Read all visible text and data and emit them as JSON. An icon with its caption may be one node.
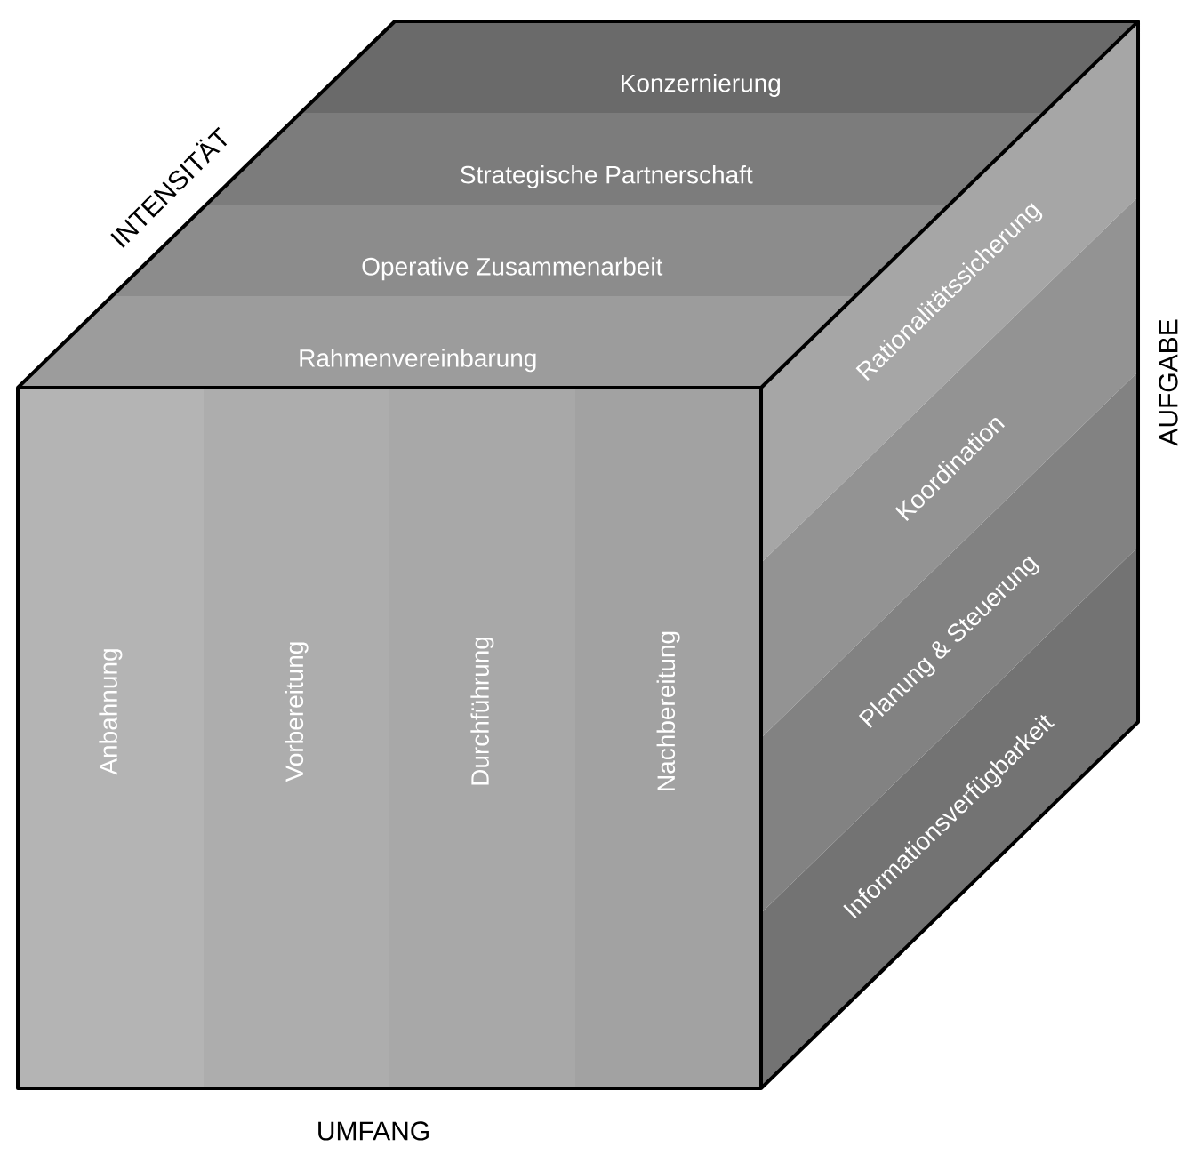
{
  "diagram": {
    "nodes": [
      {
        "text": [
          "Konzernierung"
        ]
      },
      {
        "text": [
          "Strategische Partnerschaft"
        ]
      },
      {
        "text": [
          "Operative Zusammenarbeit"
        ]
      },
      {
        "text": [
          "Rahmenvereinbarung"
        ]
      },
      {
        "text": [
          "Anbahnung"
        ]
      },
      {
        "text": [
          "Vorbereitung"
        ]
      },
      {
        "text": [
          "Durchführung"
        ]
      },
      {
        "text": [
          "Nachbereitung"
        ]
      },
      {
        "text": [
          "Rationalitätssicherung"
        ]
      },
      {
        "text": [
          "Koordination"
        ]
      },
      {
        "text": [
          "Planung & Steuerung"
        ]
      },
      {
        "text": [
          "Informationsverfügbarkeit"
        ]
      }
    ],
    "labels": [
      "INTENSITÄT",
      "AUFGABE",
      "UMFANG"
    ]
  }
}
